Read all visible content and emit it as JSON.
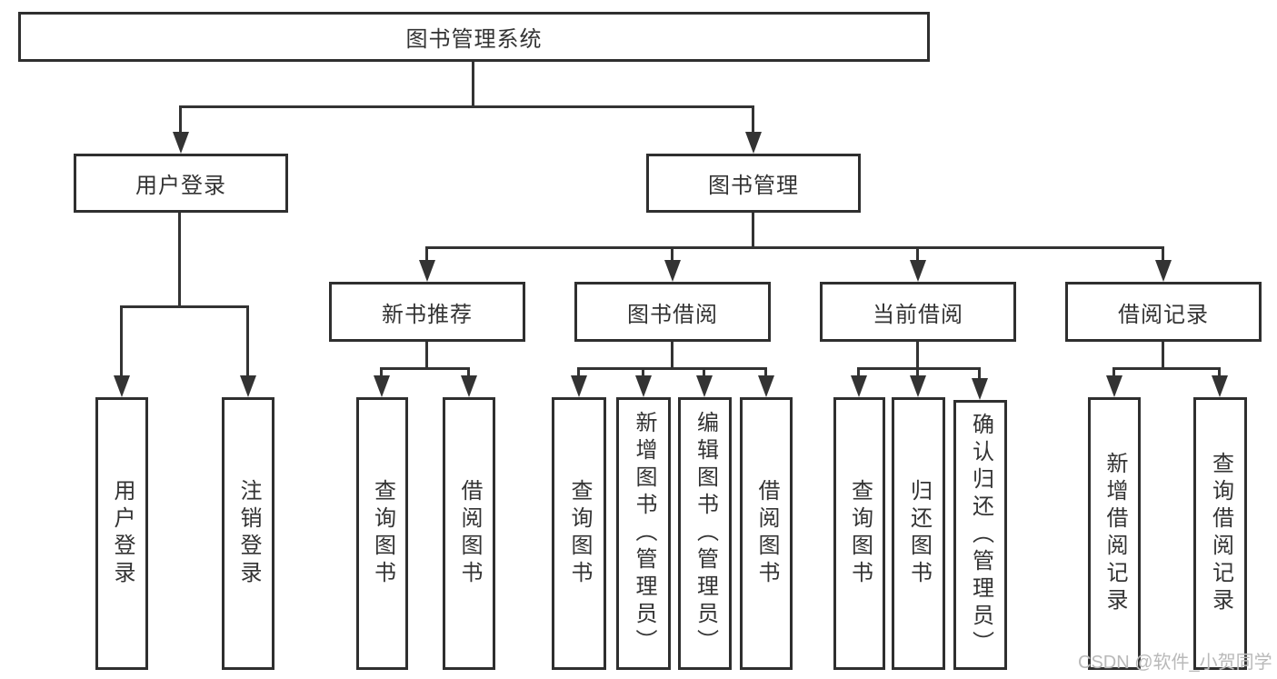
{
  "diagram": {
    "root": {
      "label": "图书管理系统"
    },
    "level1": {
      "user_login": {
        "label": "用户登录"
      },
      "book_mgmt": {
        "label": "图书管理"
      }
    },
    "level2": {
      "new_book": {
        "label": "新书推荐"
      },
      "borrow": {
        "label": "图书借阅"
      },
      "current": {
        "label": "当前借阅"
      },
      "records": {
        "label": "借阅记录"
      }
    },
    "leaves": {
      "user_login": {
        "label": "用户登录"
      },
      "logout": {
        "label": "注销登录"
      },
      "nb_query": {
        "label": "查询图书"
      },
      "nb_borrow": {
        "label": "借阅图书"
      },
      "bb_query": {
        "label": "查询图书"
      },
      "bb_add": {
        "label": "新增图书（管理员）"
      },
      "bb_edit": {
        "label": "编辑图书（管理员）"
      },
      "bb_borrow": {
        "label": "借阅图书"
      },
      "cb_query": {
        "label": "查询图书"
      },
      "cb_return": {
        "label": "归还图书"
      },
      "cb_confirm": {
        "label": "确认归还（管理员）"
      },
      "br_add": {
        "label": "新增借阅记录"
      },
      "br_query": {
        "label": "查询借阅记录"
      }
    },
    "watermark": "CSDN @软件_小贺同学",
    "colors": {
      "line": "#333333",
      "box_border": "#2f2f2f",
      "text": "#333333",
      "watermark_text": "#b9b9b9",
      "background": "#ffffff"
    }
  }
}
